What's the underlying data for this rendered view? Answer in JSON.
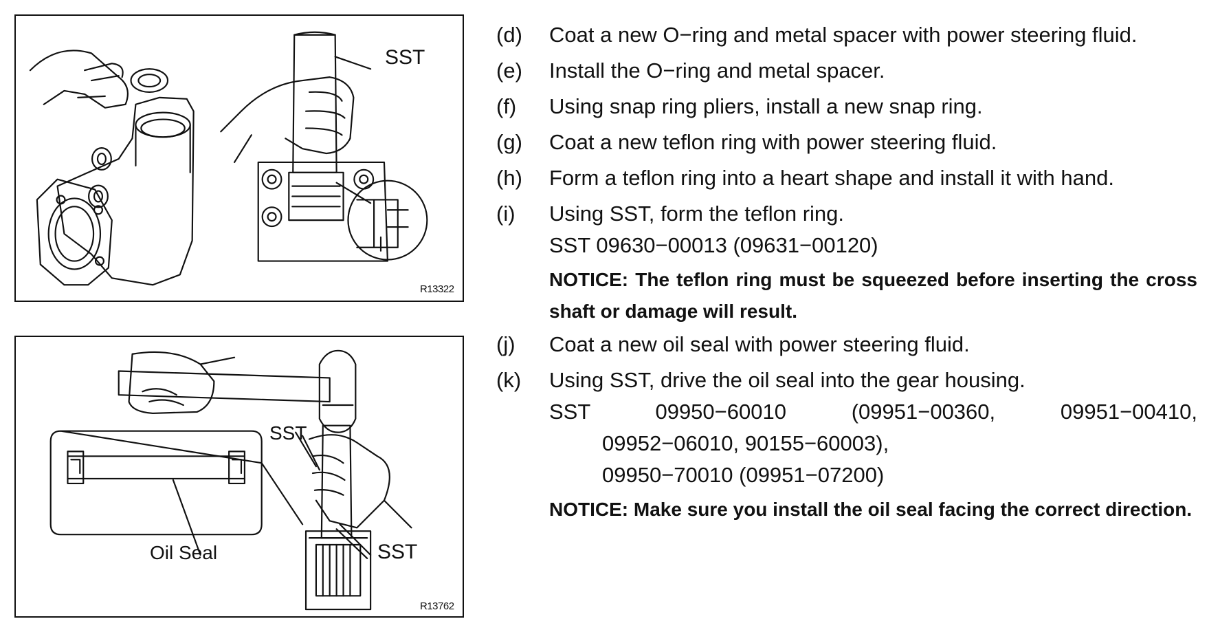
{
  "figures": [
    {
      "code": "R13322",
      "labels": {
        "sst": "SST"
      }
    },
    {
      "code": "R13762",
      "labels": {
        "sst_upper": "SST",
        "sst_lower": "SST",
        "oil_seal": "Oil Seal"
      }
    }
  ],
  "steps": [
    {
      "marker": "(d)",
      "text": "Coat a new O−ring and metal spacer with power steering fluid."
    },
    {
      "marker": "(e)",
      "text": "Install the O−ring and metal spacer."
    },
    {
      "marker": "(f)",
      "text": "Using snap ring pliers, install a new snap ring."
    },
    {
      "marker": "(g)",
      "text": "Coat a new teflon ring with power steering fluid."
    },
    {
      "marker": "(h)",
      "text": "Form a teflon ring into a heart shape and install it with hand."
    },
    {
      "marker": "(i)",
      "text": "Using SST, form the teflon ring.",
      "sst": "SST 09630−00013 (09631−00120)",
      "notice": "NOTICE: The teflon ring must be squeezed before inserting the cross shaft or damage will result."
    },
    {
      "marker": "(j)",
      "text": "Coat a new oil seal with power steering fluid."
    },
    {
      "marker": "(k)",
      "text": "Using SST, drive the oil seal into the gear housing.",
      "sst": "SST 09950−60010 (09951−00360, 09951−00410,",
      "sst_cont": [
        "09952−06010, 90155−60003),",
        "09950−70010 (09951−07200)"
      ],
      "notice": "NOTICE: Make sure you install the oil seal facing the correct direction."
    }
  ]
}
